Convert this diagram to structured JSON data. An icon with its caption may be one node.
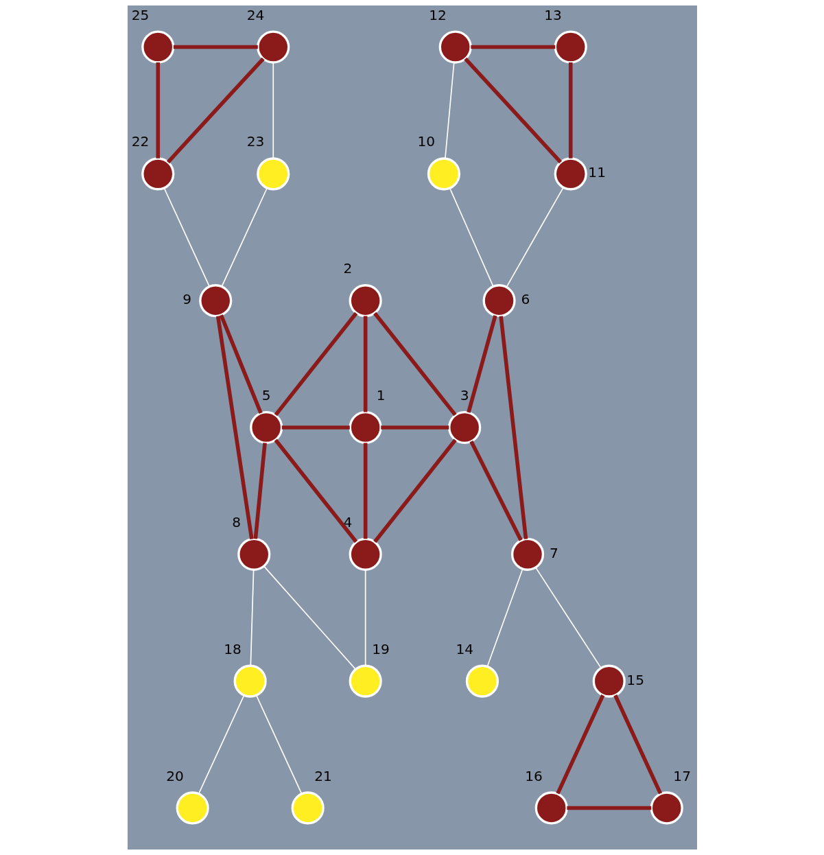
{
  "diagram": {
    "nodes": [
      {
        "text": [],
        "shape": "circle",
        "beside": [
          "1"
        ]
      },
      {
        "text": [],
        "shape": "circle",
        "beside": [
          "2"
        ]
      },
      {
        "text": [],
        "shape": "circle",
        "beside": [
          "3"
        ]
      },
      {
        "text": [],
        "shape": "circle",
        "beside": [
          "4"
        ]
      },
      {
        "text": [],
        "shape": "circle",
        "beside": [
          "5"
        ]
      },
      {
        "text": [],
        "shape": "circle",
        "beside": [
          "6"
        ]
      },
      {
        "text": [],
        "shape": "circle",
        "beside": [
          "7"
        ]
      },
      {
        "text": [],
        "shape": "circle",
        "beside": [
          "8"
        ]
      },
      {
        "text": [],
        "shape": "circle",
        "beside": [
          "9"
        ]
      },
      {
        "text": [],
        "shape": "circle",
        "beside": [
          "10"
        ]
      },
      {
        "text": [],
        "shape": "circle",
        "beside": [
          "11"
        ]
      },
      {
        "text": [],
        "shape": "circle",
        "beside": [
          "12"
        ]
      },
      {
        "text": [],
        "shape": "circle",
        "beside": [
          "13"
        ]
      },
      {
        "text": [],
        "shape": "circle",
        "beside": [
          "14"
        ]
      },
      {
        "text": [],
        "shape": "circle",
        "beside": [
          "15"
        ]
      },
      {
        "text": [],
        "shape": "circle",
        "beside": [
          "16"
        ]
      },
      {
        "text": [],
        "shape": "circle",
        "beside": [
          "17"
        ]
      },
      {
        "text": [],
        "shape": "circle",
        "beside": [
          "18"
        ]
      },
      {
        "text": [],
        "shape": "circle",
        "beside": [
          "19"
        ]
      },
      {
        "text": [],
        "shape": "circle",
        "beside": [
          "20"
        ]
      },
      {
        "text": [],
        "shape": "circle",
        "beside": [
          "21"
        ]
      },
      {
        "text": [],
        "shape": "circle",
        "beside": [
          "22"
        ]
      },
      {
        "text": [],
        "shape": "circle",
        "beside": [
          "23"
        ]
      },
      {
        "text": [],
        "shape": "circle",
        "beside": [
          "24"
        ]
      },
      {
        "text": [],
        "shape": "circle",
        "beside": [
          "25"
        ]
      }
    ],
    "edges": [
      {
        "from": 0,
        "to": 1,
        "arrow": "none"
      },
      {
        "from": 0,
        "to": 2,
        "arrow": "none"
      },
      {
        "from": 0,
        "to": 3,
        "arrow": "none"
      },
      {
        "from": 0,
        "to": 4,
        "arrow": "none"
      },
      {
        "from": 1,
        "to": 2,
        "arrow": "none"
      },
      {
        "from": 1,
        "to": 4,
        "arrow": "none"
      },
      {
        "from": 2,
        "to": 3,
        "arrow": "none"
      },
      {
        "from": 3,
        "to": 4,
        "arrow": "none"
      },
      {
        "from": 2,
        "to": 5,
        "arrow": "none"
      },
      {
        "from": 2,
        "to": 6,
        "arrow": "none"
      },
      {
        "from": 5,
        "to": 6,
        "arrow": "none"
      },
      {
        "from": 4,
        "to": 8,
        "arrow": "none"
      },
      {
        "from": 4,
        "to": 7,
        "arrow": "none"
      },
      {
        "from": 7,
        "to": 8,
        "arrow": "none"
      },
      {
        "from": 11,
        "to": 12,
        "arrow": "none"
      },
      {
        "from": 11,
        "to": 10,
        "arrow": "none"
      },
      {
        "from": 10,
        "to": 12,
        "arrow": "none"
      },
      {
        "from": 21,
        "to": 23,
        "arrow": "none"
      },
      {
        "from": 21,
        "to": 24,
        "arrow": "none"
      },
      {
        "from": 23,
        "to": 24,
        "arrow": "none"
      },
      {
        "from": 14,
        "to": 15,
        "arrow": "none"
      },
      {
        "from": 14,
        "to": 16,
        "arrow": "none"
      },
      {
        "from": 15,
        "to": 16,
        "arrow": "none"
      },
      {
        "from": 23,
        "to": 22,
        "arrow": "none",
        "color": "#ffffff"
      },
      {
        "from": 22,
        "to": 8,
        "arrow": "none",
        "color": "#ffffff"
      },
      {
        "from": 21,
        "to": 8,
        "arrow": "none",
        "color": "#ffffff"
      },
      {
        "from": 11,
        "to": 9,
        "arrow": "none",
        "color": "#ffffff"
      },
      {
        "from": 9,
        "to": 5,
        "arrow": "none",
        "color": "#ffffff"
      },
      {
        "from": 10,
        "to": 5,
        "arrow": "none",
        "color": "#ffffff"
      },
      {
        "from": 7,
        "to": 17,
        "arrow": "none",
        "color": "#ffffff"
      },
      {
        "from": 7,
        "to": 18,
        "arrow": "none",
        "color": "#ffffff"
      },
      {
        "from": 3,
        "to": 18,
        "arrow": "none",
        "color": "#ffffff"
      },
      {
        "from": 6,
        "to": 13,
        "arrow": "none",
        "color": "#ffffff"
      },
      {
        "from": 6,
        "to": 14,
        "arrow": "none",
        "color": "#ffffff"
      },
      {
        "from": 17,
        "to": 19,
        "arrow": "none",
        "color": "#ffffff"
      },
      {
        "from": 17,
        "to": 20,
        "arrow": "none",
        "color": "#ffffff"
      }
    ]
  }
}
